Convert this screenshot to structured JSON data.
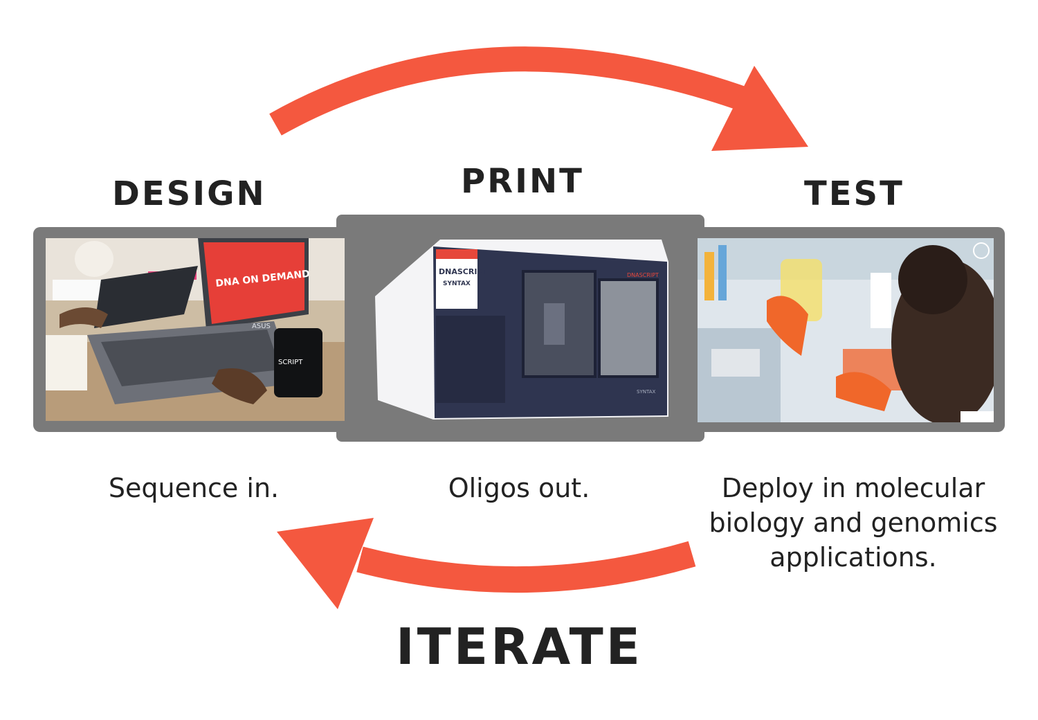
{
  "stages": [
    {
      "id": "design",
      "title": "DESIGN",
      "caption": "Sequence in."
    },
    {
      "id": "print",
      "title": "PRINT",
      "caption": "Oligos out."
    },
    {
      "id": "test",
      "title": "TEST",
      "caption": "Deploy in molecular biology and genomics applications."
    }
  ],
  "loop_label": "ITERATE",
  "colors": {
    "arrow": "#f4583f",
    "frame": "#7a7a7a",
    "text": "#222222"
  },
  "design_photo": {
    "screen_text": "DNA ON DEMAND",
    "laptop_brand": "ASUS",
    "mug_text": "SCRIPT"
  },
  "instrument": {
    "brand": "DNASCRIPT",
    "model": "SYNTAX",
    "brand_small": "DNASCRIPT",
    "model_small": "SYNTAX"
  }
}
